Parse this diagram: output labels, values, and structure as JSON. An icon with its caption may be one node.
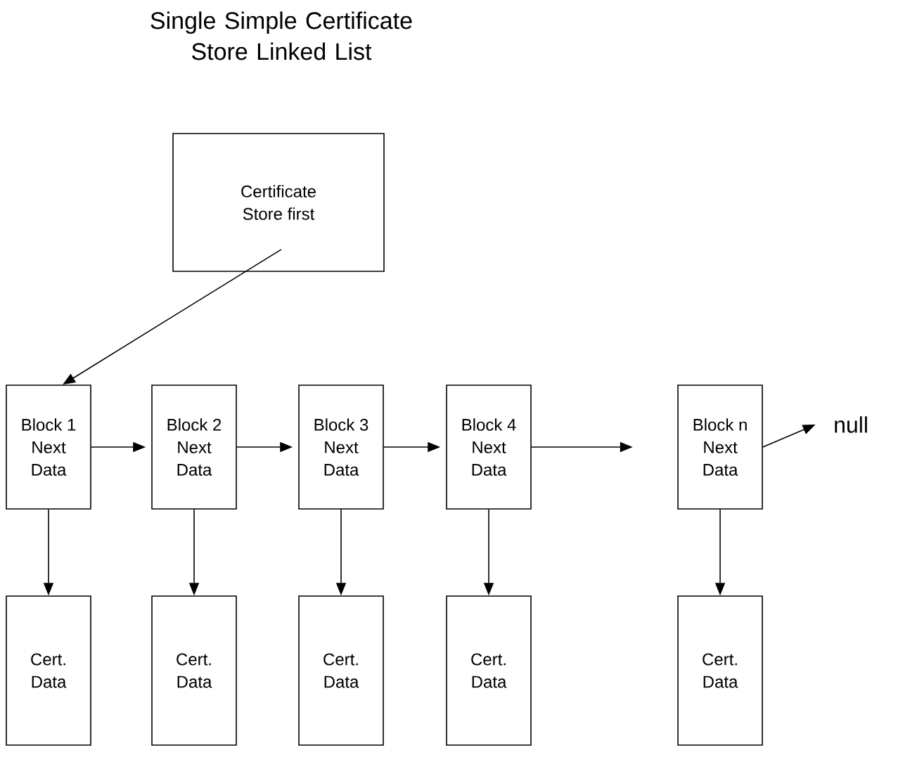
{
  "diagram": {
    "title": "Single Simple Certificate Store Linked List",
    "nodes": [
      {
        "text": [
          "Certificate Store first"
        ]
      },
      {
        "text": [
          "Block 1 Next Data"
        ]
      },
      {
        "text": [
          "Block 2 Next Data"
        ]
      },
      {
        "text": [
          "Block 3 Next Data"
        ]
      },
      {
        "text": [
          "Block 4 Next Data"
        ]
      },
      {
        "text": [
          "Block n Next Data"
        ]
      },
      {
        "text": [
          "null"
        ]
      },
      {
        "text": [
          "Cert. Data"
        ]
      },
      {
        "text": [
          "Cert. Data"
        ]
      },
      {
        "text": [
          "Cert. Data"
        ]
      },
      {
        "text": [
          "Cert. Data"
        ]
      },
      {
        "text": [
          "Cert. Data"
        ]
      }
    ],
    "edges": [
      {
        "from": 0,
        "to": 1,
        "arrow": "to"
      },
      {
        "from": 1,
        "to": 2,
        "arrow": "to"
      },
      {
        "from": 2,
        "to": 3,
        "arrow": "to"
      },
      {
        "from": 3,
        "to": 4,
        "arrow": "to"
      },
      {
        "from": 4,
        "to": null,
        "arrow": "to"
      },
      {
        "from": 5,
        "to": 6,
        "arrow": "to"
      },
      {
        "from": 1,
        "to": 7,
        "arrow": "to"
      },
      {
        "from": 2,
        "to": 8,
        "arrow": "to"
      },
      {
        "from": 3,
        "to": 9,
        "arrow": "to"
      },
      {
        "from": 4,
        "to": 10,
        "arrow": "to"
      },
      {
        "from": 5,
        "to": 11,
        "arrow": "to"
      }
    ]
  }
}
